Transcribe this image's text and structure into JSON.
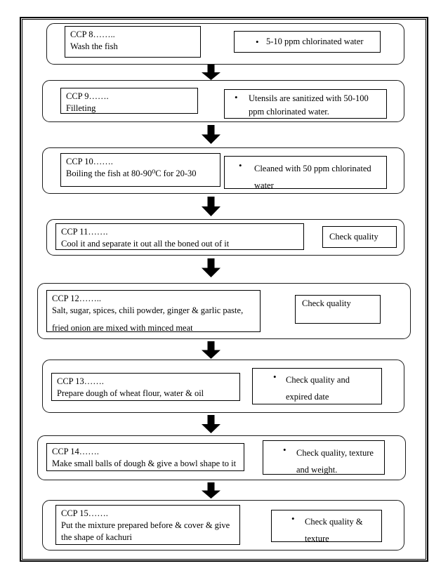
{
  "bullet_char": "•",
  "colors": {
    "ink": "#000000",
    "paper": "#ffffff"
  },
  "sections": [
    {
      "ccp_lines": [
        "CCP 8……..",
        "Wash the fish"
      ],
      "side_bullet": true,
      "side_lines": [
        "5-10 ppm chlorinated water"
      ]
    },
    {
      "ccp_lines": [
        "CCP 9…….",
        "Filleting"
      ],
      "side_bullet": true,
      "side_lines": [
        "Utensils are sanitized with 50-100",
        "ppm chlorinated water."
      ]
    },
    {
      "ccp_lines": [
        "CCP 10…….",
        "Boiling the fish at 80-90⁰C for 20-30"
      ],
      "side_bullet": true,
      "side_lines": [
        "Cleaned with 50 ppm chlorinated",
        "water"
      ]
    },
    {
      "ccp_lines": [
        "CCP 11…….",
        "Cool it and separate it out all the boned out of it"
      ],
      "side_bullet": false,
      "side_lines": [
        "Check quality"
      ]
    },
    {
      "ccp_lines": [
        "CCP 12……..",
        "Salt, sugar, spices, chili powder, ginger & garlic paste,",
        "fried onion are mixed with minced meat"
      ],
      "side_bullet": false,
      "side_lines": [
        "Check quality"
      ]
    },
    {
      "ccp_lines": [
        "CCP 13…….",
        "Prepare dough of wheat flour, water & oil"
      ],
      "side_bullet": true,
      "side_lines": [
        "Check quality and",
        "expired date"
      ]
    },
    {
      "ccp_lines": [
        "CCP 14…….",
        "Make small balls of dough & give a bowl shape to it"
      ],
      "side_bullet": true,
      "side_lines": [
        "Check quality, texture",
        "and weight."
      ]
    },
    {
      "ccp_lines": [
        "CCP 15…….",
        "Put the mixture prepared before & cover & give",
        "the shape of kachuri"
      ],
      "side_bullet": true,
      "side_lines": [
        "Check quality &",
        "texture"
      ]
    }
  ]
}
